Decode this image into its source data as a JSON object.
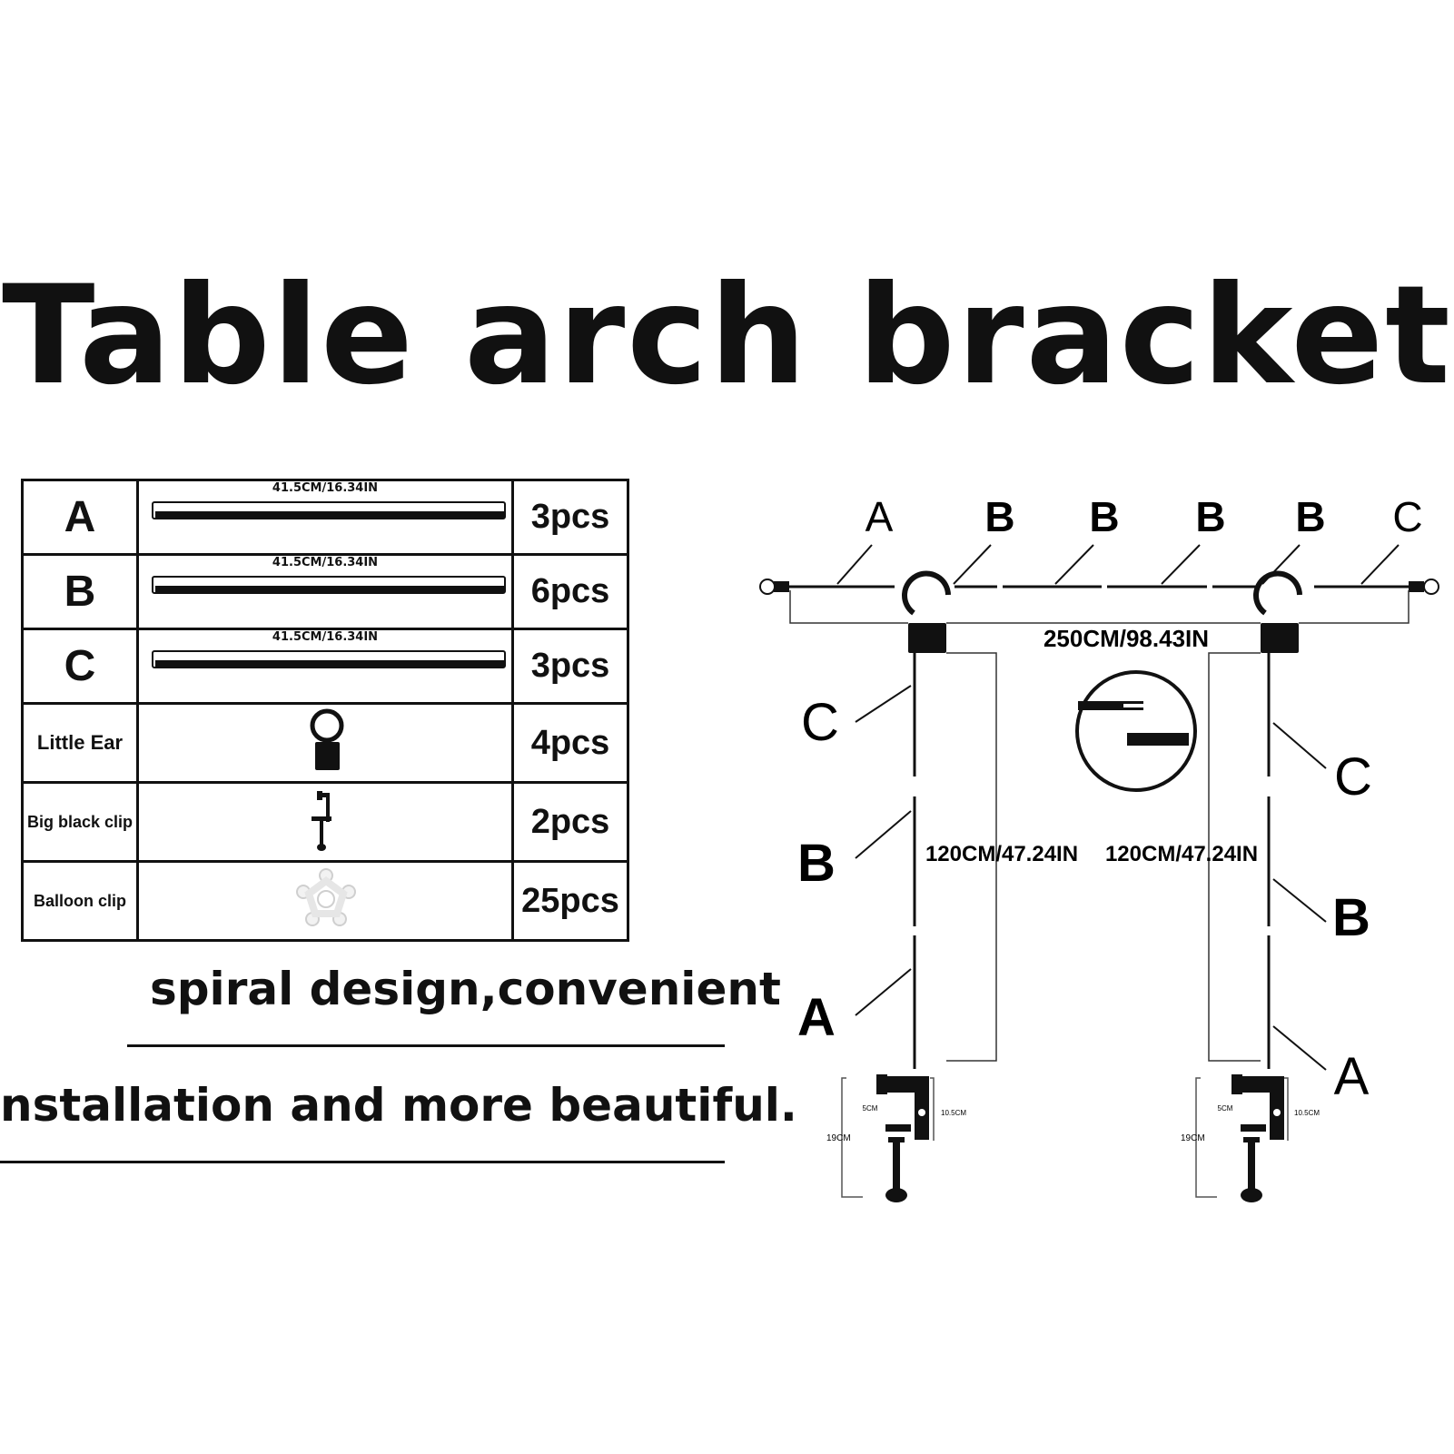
{
  "title": "Table arch bracket",
  "parts": [
    {
      "name": "A",
      "length": "41.5CM/16.34IN",
      "qty": "3pcs"
    },
    {
      "name": "B",
      "length": "41.5CM/16.34IN",
      "qty": "6pcs"
    },
    {
      "name": "C",
      "length": "41.5CM/16.34IN",
      "qty": "3pcs"
    },
    {
      "name": "Little Ear",
      "qty": "4pcs"
    },
    {
      "name": "Big black clip",
      "qty": "2pcs"
    },
    {
      "name": "Balloon clip",
      "qty": "25pcs"
    }
  ],
  "caption": {
    "line1": "spiral design,convenient",
    "line2": "nstallation and more beautiful."
  },
  "diagram": {
    "top_labels": [
      "A",
      "B",
      "B",
      "B",
      "B",
      "C"
    ],
    "width_label": "250CM/98.43IN",
    "left_side_labels": [
      "C",
      "B",
      "A"
    ],
    "right_side_labels": [
      "C",
      "B",
      "A"
    ],
    "height_label_left": "120CM/47.24IN",
    "height_label_right": "120CM/47.24IN",
    "clamp_dims": {
      "a": "5CM",
      "b": "10.5CM",
      "c": "19CM"
    }
  }
}
